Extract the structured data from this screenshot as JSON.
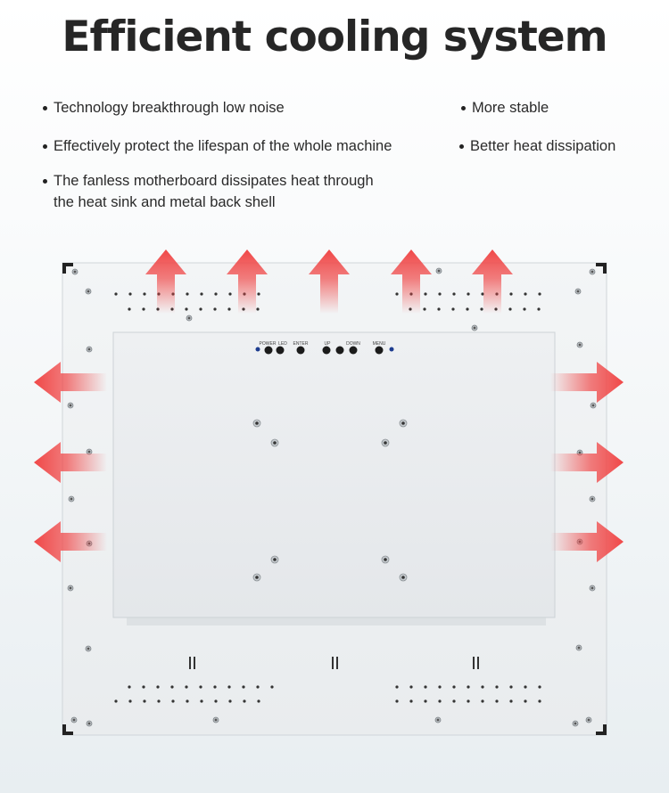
{
  "title": "Efficient cooling system",
  "features_left": [
    {
      "lines": [
        "Technology breakthrough low noise"
      ]
    },
    {
      "lines": [
        "Effectively protect the lifespan of the whole machine"
      ]
    },
    {
      "lines": [
        "The fanless motherboard dissipates heat through",
        "the heat sink and metal back shell"
      ]
    }
  ],
  "features_right": [
    {
      "lines": [
        "More stable"
      ]
    },
    {
      "lines": [
        "Better heat dissipation"
      ]
    }
  ],
  "button_labels": [
    "POWER",
    "LED",
    "ENTER",
    "UP",
    "DOWN",
    "MENU"
  ],
  "colors": {
    "arrow": "#f04848",
    "panel": "#eef1f3",
    "inner_panel": "#e8ebed",
    "title": "#262626"
  },
  "icons": [
    "arrow-up-icon",
    "arrow-left-icon",
    "arrow-right-icon",
    "screw-icon",
    "button-icon"
  ]
}
